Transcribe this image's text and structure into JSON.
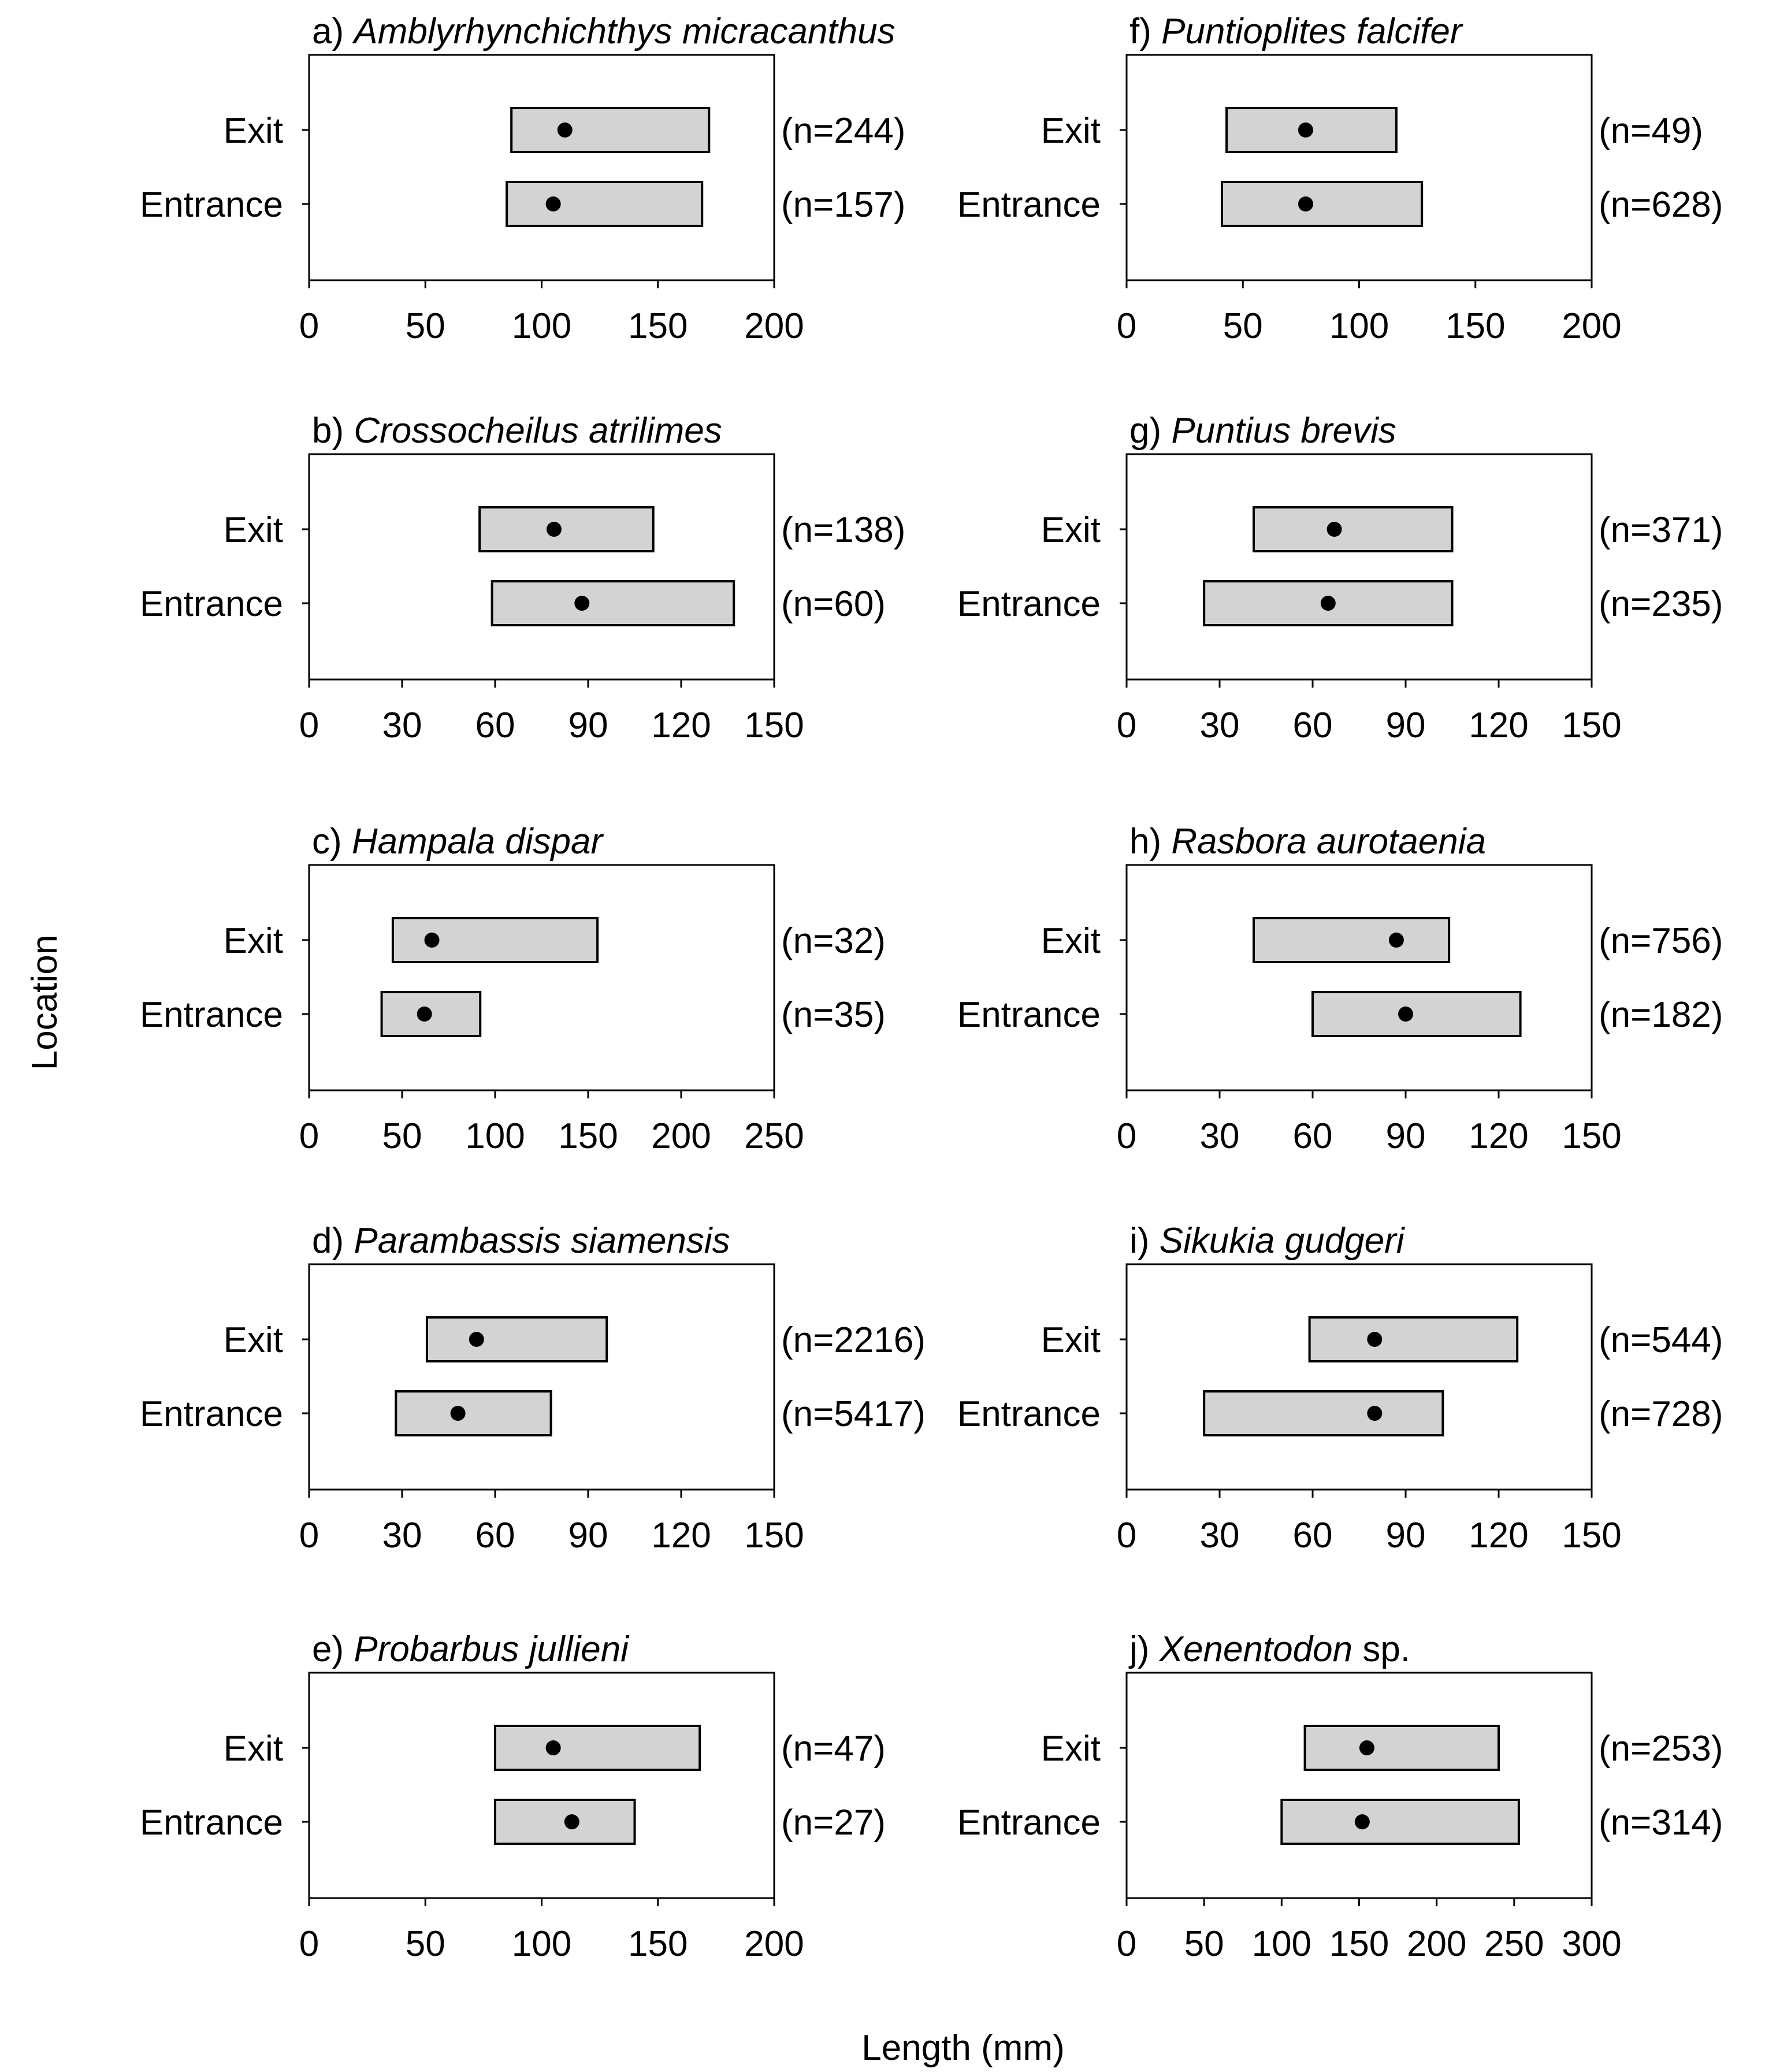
{
  "figure": {
    "ylabel": "Location",
    "xlabel": "Length (mm)"
  },
  "chart_data": [
    {
      "type": "range",
      "panel_letter": "a)",
      "title": "Amblyrhynchichthys micracanthus",
      "xlabel": "",
      "ylabel": "",
      "xlim": [
        0,
        200
      ],
      "xticks": [
        0,
        50,
        100,
        150,
        200
      ],
      "categories": [
        "Exit",
        "Entrance"
      ],
      "ranges": [
        [
          87,
          172
        ],
        [
          85,
          169
        ]
      ],
      "means": [
        110,
        105
      ],
      "n_labels": [
        "(n=244)",
        "(n=157)"
      ]
    },
    {
      "type": "range",
      "panel_letter": "b)",
      "title": "Crossocheilus atrilimes",
      "xlabel": "",
      "ylabel": "",
      "xlim": [
        0,
        150
      ],
      "xticks": [
        0,
        30,
        60,
        90,
        120,
        150
      ],
      "categories": [
        "Exit",
        "Entrance"
      ],
      "ranges": [
        [
          55,
          111
        ],
        [
          59,
          137
        ]
      ],
      "means": [
        79,
        88
      ],
      "n_labels": [
        "(n=138)",
        "(n=60)"
      ]
    },
    {
      "type": "range",
      "panel_letter": "c)",
      "title": "Hampala dispar",
      "xlabel": "",
      "ylabel": "",
      "xlim": [
        0,
        250
      ],
      "xticks": [
        0,
        50,
        100,
        150,
        200,
        250
      ],
      "categories": [
        "Exit",
        "Entrance"
      ],
      "ranges": [
        [
          45,
          155
        ],
        [
          39,
          92
        ]
      ],
      "means": [
        66,
        62
      ],
      "n_labels": [
        "(n=32)",
        "(n=35)"
      ]
    },
    {
      "type": "range",
      "panel_letter": "d)",
      "title": "Parambassis siamensis",
      "xlabel": "",
      "ylabel": "",
      "xlim": [
        0,
        150
      ],
      "xticks": [
        0,
        30,
        60,
        90,
        120,
        150
      ],
      "categories": [
        "Exit",
        "Entrance"
      ],
      "ranges": [
        [
          38,
          96
        ],
        [
          28,
          78
        ]
      ],
      "means": [
        54,
        48
      ],
      "n_labels": [
        "(n=2216)",
        "(n=5417)"
      ]
    },
    {
      "type": "range",
      "panel_letter": "e)",
      "title": "Probarbus jullieni",
      "xlabel": "",
      "ylabel": "",
      "xlim": [
        0,
        200
      ],
      "xticks": [
        0,
        50,
        100,
        150,
        200
      ],
      "categories": [
        "Exit",
        "Entrance"
      ],
      "ranges": [
        [
          80,
          168
        ],
        [
          80,
          140
        ]
      ],
      "means": [
        105,
        113
      ],
      "n_labels": [
        "(n=47)",
        "(n=27)"
      ]
    },
    {
      "type": "range",
      "panel_letter": "f)",
      "title": "Puntioplites falcifer",
      "xlabel": "",
      "ylabel": "",
      "xlim": [
        0,
        200
      ],
      "xticks": [
        0,
        50,
        100,
        150,
        200
      ],
      "categories": [
        "Exit",
        "Entrance"
      ],
      "ranges": [
        [
          43,
          116
        ],
        [
          41,
          127
        ]
      ],
      "means": [
        77,
        77
      ],
      "n_labels": [
        "(n=49)",
        "(n=628)"
      ]
    },
    {
      "type": "range",
      "panel_letter": "g)",
      "title": "Puntius brevis",
      "xlabel": "",
      "ylabel": "",
      "xlim": [
        0,
        150
      ],
      "xticks": [
        0,
        30,
        60,
        90,
        120,
        150
      ],
      "categories": [
        "Exit",
        "Entrance"
      ],
      "ranges": [
        [
          41,
          105
        ],
        [
          25,
          105
        ]
      ],
      "means": [
        67,
        65
      ],
      "n_labels": [
        "(n=371)",
        "(n=235)"
      ]
    },
    {
      "type": "range",
      "panel_letter": "h)",
      "title": "Rasbora aurotaenia",
      "xlabel": "",
      "ylabel": "",
      "xlim": [
        0,
        150
      ],
      "xticks": [
        0,
        30,
        60,
        90,
        120,
        150
      ],
      "categories": [
        "Exit",
        "Entrance"
      ],
      "ranges": [
        [
          41,
          104
        ],
        [
          60,
          127
        ]
      ],
      "means": [
        87,
        90
      ],
      "n_labels": [
        "(n=756)",
        "(n=182)"
      ]
    },
    {
      "type": "range",
      "panel_letter": "i)",
      "title": "Sikukia gudgeri",
      "xlabel": "",
      "ylabel": "",
      "xlim": [
        0,
        150
      ],
      "xticks": [
        0,
        30,
        60,
        90,
        120,
        150
      ],
      "categories": [
        "Exit",
        "Entrance"
      ],
      "ranges": [
        [
          59,
          126
        ],
        [
          25,
          102
        ]
      ],
      "means": [
        80,
        80
      ],
      "n_labels": [
        "(n=544)",
        "(n=728)"
      ]
    },
    {
      "type": "range",
      "panel_letter": "j)",
      "title": "Xenentodon",
      "title_suffix": "sp.",
      "xlabel": "",
      "ylabel": "",
      "xlim": [
        0,
        300
      ],
      "xticks": [
        0,
        50,
        100,
        150,
        200,
        250,
        300
      ],
      "categories": [
        "Exit",
        "Entrance"
      ],
      "ranges": [
        [
          115,
          240
        ],
        [
          100,
          253
        ]
      ],
      "means": [
        155,
        152
      ],
      "n_labels": [
        "(n=253)",
        "(n=314)"
      ]
    }
  ],
  "colors": {
    "range_fill": "#d3d3d3",
    "stroke": "#000000",
    "mean_marker": "#000000"
  }
}
